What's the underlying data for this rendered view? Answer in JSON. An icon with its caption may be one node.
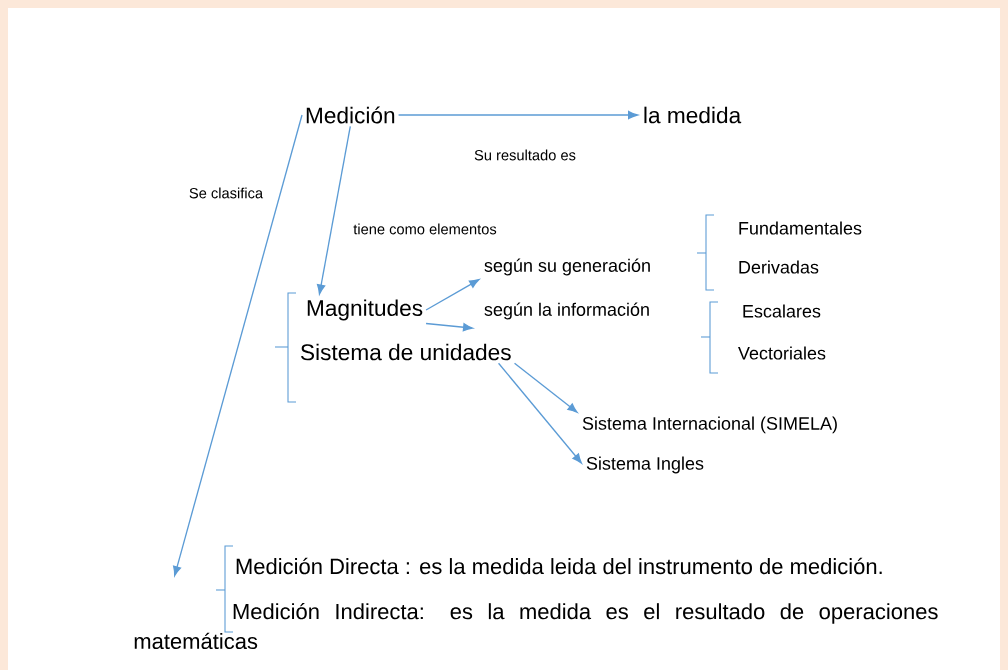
{
  "diagram": {
    "nodes": [
      {
        "text": [
          "Medición"
        ]
      },
      {
        "text": [
          "la medida"
        ]
      },
      {
        "text": [
          "Magnitudes"
        ]
      },
      {
        "text": [
          "Sistema de unidades"
        ]
      },
      {
        "text": [
          "según su generación"
        ]
      },
      {
        "text": [
          "según la información"
        ]
      },
      {
        "text": [
          "Fundamentales"
        ]
      },
      {
        "text": [
          "Derivadas"
        ]
      },
      {
        "text": [
          "Escalares"
        ]
      },
      {
        "text": [
          "Vectoriales"
        ]
      },
      {
        "text": [
          "Sistema Internacional (SIMELA)"
        ]
      },
      {
        "text": [
          "Sistema Ingles"
        ]
      },
      {
        "text": [
          "Medición Directa : es la medida leida del instrumento de medición."
        ]
      },
      {
        "text": [
          "Medición Indirecta: es la medida es el resultado de operaciones matemáticas"
        ]
      }
    ],
    "edges": [
      {
        "from": 0,
        "to": 1,
        "arrow": "to",
        "label": "Su resultado es"
      },
      {
        "from": 0,
        "to": 2,
        "arrow": "to",
        "label": "tiene como elementos"
      },
      {
        "from": 0,
        "to": null,
        "arrow": "to",
        "label": "Se clasifica"
      },
      {
        "from": 2,
        "to": 4,
        "arrow": "to"
      },
      {
        "from": 2,
        "to": 5,
        "arrow": "to"
      },
      {
        "from": 3,
        "to": 10,
        "arrow": "to"
      },
      {
        "from": 3,
        "to": 11,
        "arrow": "to"
      }
    ]
  }
}
